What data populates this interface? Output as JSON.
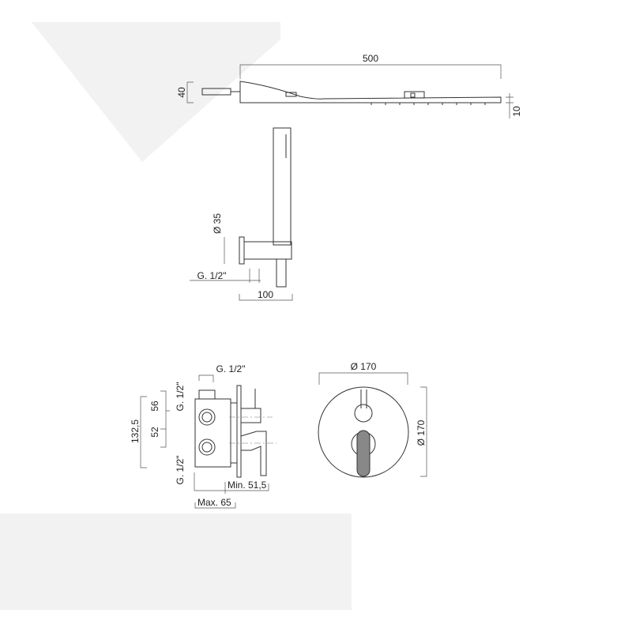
{
  "shower_head": {
    "width_label": "500",
    "height_label": "40",
    "thickness_label": "10"
  },
  "hand_shower": {
    "diameter_label": "Ø 35",
    "thread_label": "G. 1/2\"",
    "depth_label": "100"
  },
  "mixer_side": {
    "top_thread_label": "G. 1/2\"",
    "left_upper_thread_label": "G. 1/2\"",
    "left_lower_thread_label": "G. 1/2\"",
    "upper_spacing_label": "56",
    "lower_spacing_label": "52",
    "total_height_label": "132,5",
    "min_depth_label": "Min. 51,5",
    "max_depth_label": "Max. 65"
  },
  "mixer_front": {
    "width_label": "Ø 170",
    "height_label": "Ø 170"
  },
  "colors": {
    "background_shape": "#f2f2f2",
    "line": "#333333"
  }
}
